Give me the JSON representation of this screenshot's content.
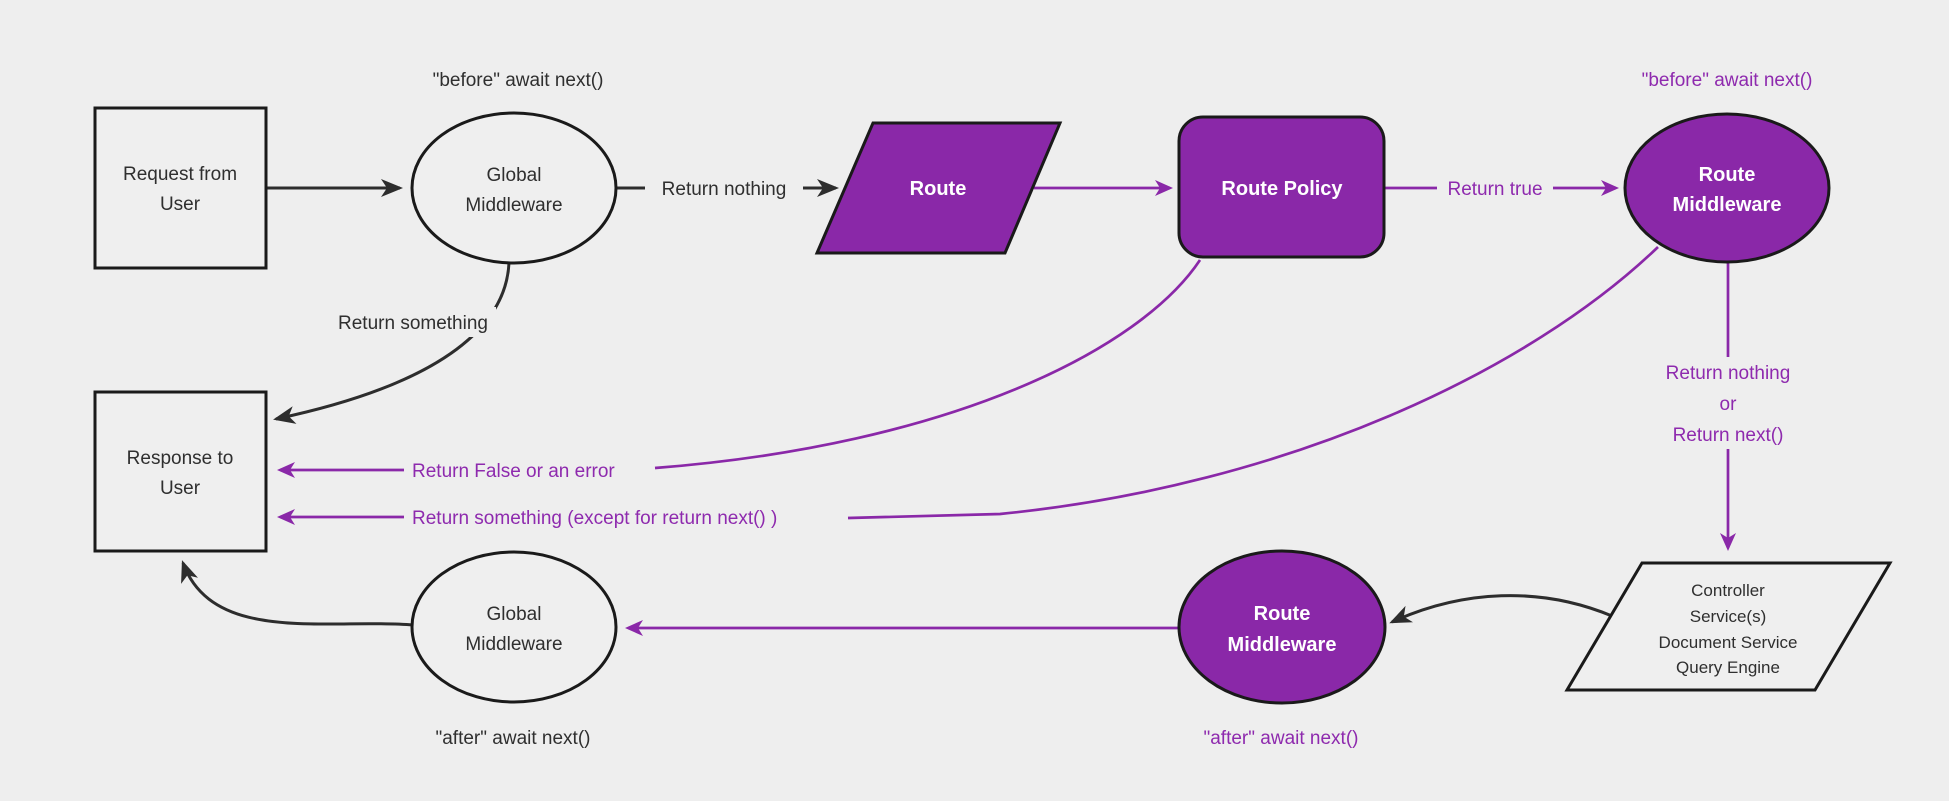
{
  "diagram": {
    "title": "Request and response lifecycle middleware flow",
    "colors": {
      "background": "#eeeeee",
      "purple_fill": "#8a28a8",
      "purple_text": "#8e2aae",
      "black_line": "#2d2d2d",
      "light_fill": "#efefef",
      "white_text": "#ffffff"
    },
    "nodes": {
      "request": {
        "line1": "Request from",
        "line2": "User"
      },
      "global_mw_top": {
        "line1": "Global",
        "line2": "Middleware"
      },
      "route": {
        "label": "Route"
      },
      "route_policy": {
        "label": "Route Policy"
      },
      "route_mw_top": {
        "line1": "Route",
        "line2": "Middleware"
      },
      "services": {
        "line1": "Controller",
        "line2": "Service(s)",
        "line3": "Document Service",
        "line4": "Query Engine"
      },
      "route_mw_bottom": {
        "line1": "Route",
        "line2": "Middleware"
      },
      "global_mw_bottom": {
        "line1": "Global",
        "line2": "Middleware"
      },
      "response": {
        "line1": "Response to",
        "line2": "User"
      }
    },
    "labels": {
      "before_next_global": "\"before\" await next()",
      "return_nothing": "Return nothing",
      "return_something": "Return something",
      "return_true": "Return true",
      "before_next_route": "\"before\" await next()",
      "ret_stack_1": "Return nothing",
      "ret_stack_2": "or",
      "ret_stack_3": "Return next()",
      "return_false_error": "Return False or an error",
      "return_something_except": "Return something (except for return next() )",
      "after_next_route": "\"after\" await next()",
      "after_next_global": "\"after\" await next()"
    }
  }
}
